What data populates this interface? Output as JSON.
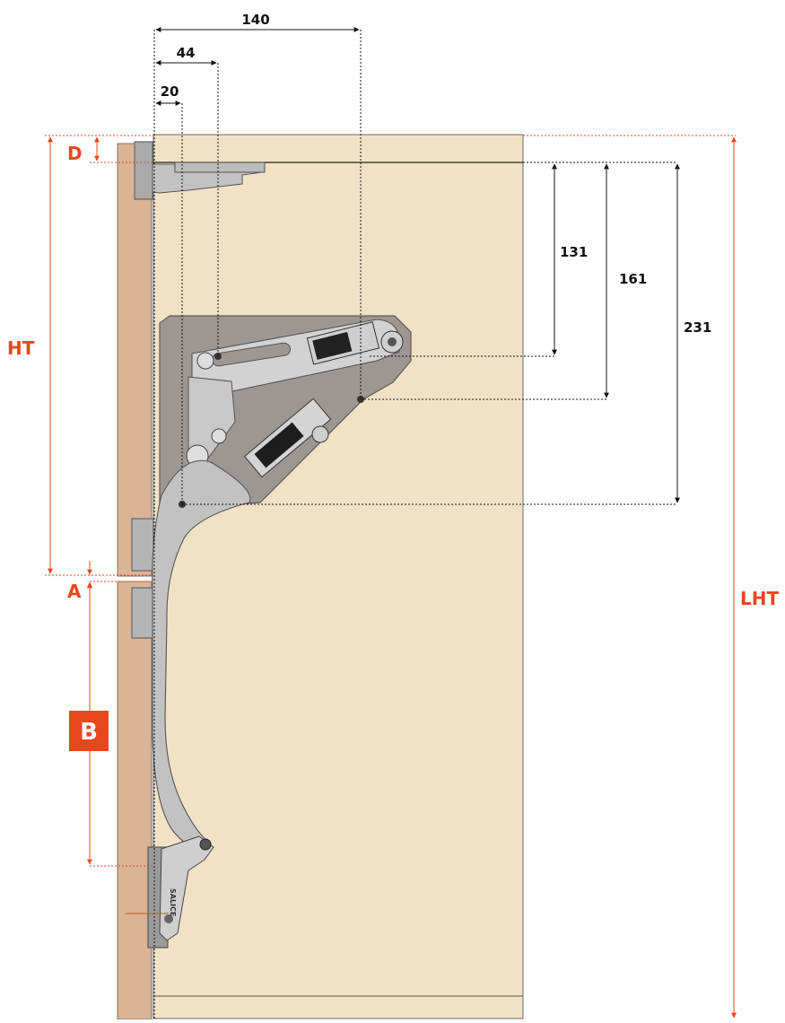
{
  "diagram": {
    "dims_top": {
      "d140": "140",
      "d44": "44",
      "d20": "20"
    },
    "dims_right": {
      "d131": "131",
      "d161": "161",
      "d231": "231"
    },
    "labels": {
      "D": "D",
      "HT": "HT",
      "A": "A",
      "B": "B",
      "LHT": "LHT"
    },
    "brand": "SALICE",
    "colors": {
      "accent": "#e8471e",
      "cabinet": "#f2e2c5",
      "door": "#d9b497",
      "mechanism_plate": "#9d9792",
      "metal": "#c9c9c9"
    }
  }
}
